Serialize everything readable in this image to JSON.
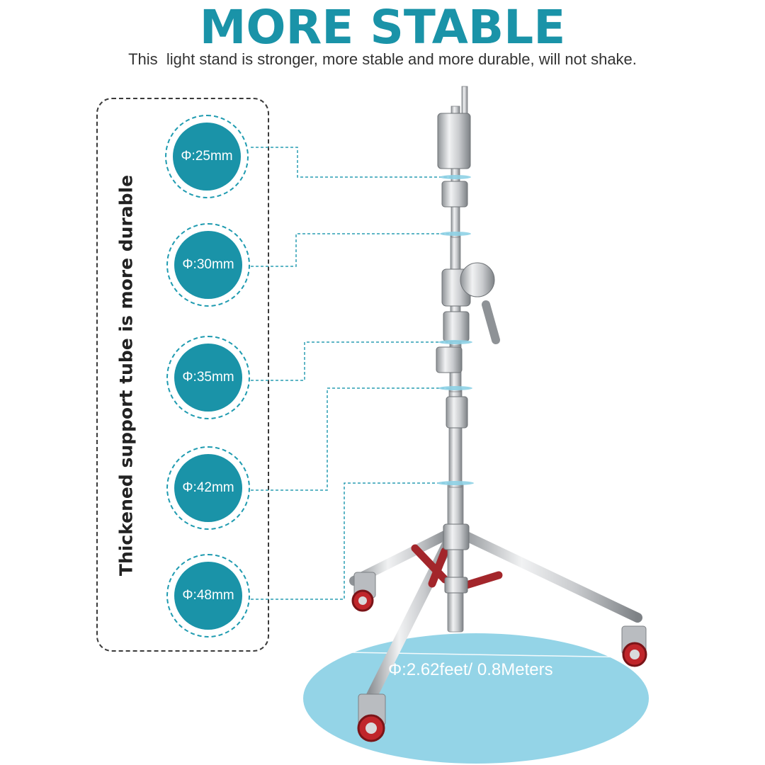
{
  "header": {
    "title": "MORE STABLE",
    "subtitle": "This  light stand is stronger, more stable and more durable, will not shake."
  },
  "side_panel": {
    "vertical_text": "Thickened support tube is more durable",
    "badges": [
      {
        "label": "Φ:25mm"
      },
      {
        "label": "Φ:30mm"
      },
      {
        "label": "Φ:35mm"
      },
      {
        "label": "Φ:42mm"
      },
      {
        "label": "Φ:48mm"
      }
    ]
  },
  "base": {
    "diameter_label": "Φ:2.62feet/ 0.8Meters"
  },
  "colors": {
    "accent": "#1a93a8",
    "base_ellipse": "#8ed2e6",
    "steel": "#c7c9cc",
    "red_brace": "#a3262b",
    "wheel_red": "#c0262b"
  }
}
